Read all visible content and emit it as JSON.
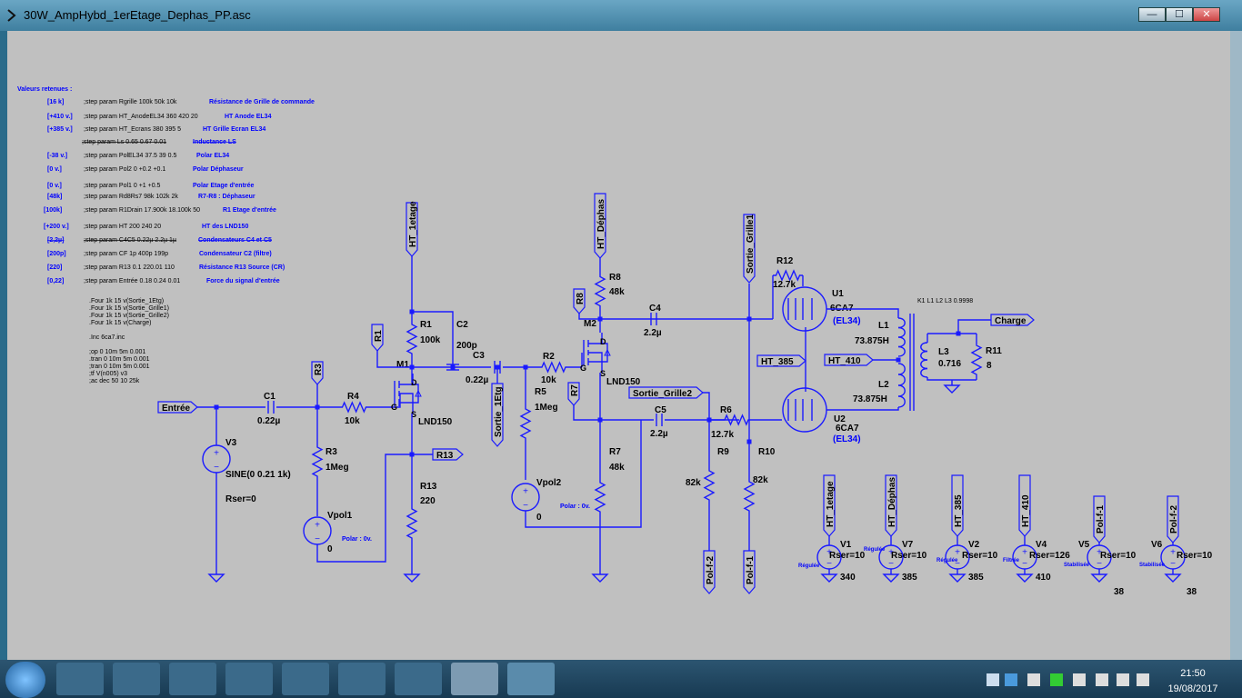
{
  "window": {
    "title": "30W_AmpHybd_1erEtage_Dephas_PP.asc",
    "buttons": {
      "minimize": "—",
      "maximize": "☐",
      "close": "✕"
    }
  },
  "header": "Valeurs retenues :",
  "params": [
    {
      "val": "[16 k]",
      "cmd": ";step param Rgrille 100k 50k 10k",
      "desc": "Résistance de Grille de commande",
      "struck": false
    },
    {
      "val": "[+410 v.]",
      "cmd": ";step param HT_AnodeEL34 360 420 20",
      "desc": "HT Anode EL34",
      "struck": false
    },
    {
      "val": "[+385 v.]",
      "cmd": ";step param HT_Ecrans 380 395 5",
      "desc": "HT Grille Ecran EL34",
      "struck": false
    },
    {
      "val": "",
      "cmd": ";step param Ls 0.65 0.67 0.01",
      "desc": "Inductance LS",
      "struck": true
    },
    {
      "val": "[-38 v.]",
      "cmd": ";step param PolEL34 37.5 39 0.5",
      "desc": "Polar EL34",
      "struck": false
    },
    {
      "val": "[0 v.]",
      "cmd": ";step param Pol2 0 +0.2 +0.1",
      "desc": "Polar Déphaseur",
      "struck": false
    },
    {
      "val": "[0 v.]",
      "cmd": ";step param Pol1 0 +1 +0.5",
      "desc": "Polar Etage d'entrée",
      "struck": false
    },
    {
      "val": "[48k]",
      "cmd": ";step param Rd8Rs7 98k 102k 2k",
      "desc": "R7-R8 : Déphaseur",
      "struck": false
    },
    {
      "val": "[100k]",
      "cmd": ";step param R1Drain 17.900k 18.100k 50",
      "desc": "R1 Etage d'entrée",
      "struck": false
    },
    {
      "val": "[+200 v.]",
      "cmd": ";step param HT 200 240 20",
      "desc": "HT des LND150",
      "struck": false
    },
    {
      "val": "[2,2µ]",
      "cmd": ";step param C4C5 0.22µ 2.2µ 1µ",
      "desc": "Condensateurs C4 et C5",
      "struck": true
    },
    {
      "val": "[200p]",
      "cmd": ";step param CF 1p 400p 199p",
      "desc": "Condensateur C2 (filtre)",
      "struck": false
    },
    {
      "val": "[220]",
      "cmd": ";step param R13 0.1 220.01 110",
      "desc": "Résistance R13 Source (CR)",
      "struck": false
    },
    {
      "val": "[0,22]",
      "cmd": ";step param Entrée 0.18 0.24 0.01",
      "desc": "Force du signal d'entrée",
      "struck": false
    }
  ],
  "directives": [
    ".Four 1k 15 v(Sortie_1Etg)",
    ".Four 1k 15 v(Sortie_Grille1)",
    ".Four 1k 15 v(Sortie_Grille2)",
    ".Four 1k 15 v(Charge)",
    "",
    ".Inc 6ca7.inc",
    "",
    ";op 0 10m 5m 0.001",
    ".tran 0 10m 5m 0.001",
    ";tran 0 10m 5m 0.001",
    ";tf V(n005) v3",
    ";ac dec 50 10 25k"
  ],
  "labels": {
    "HT_1etage": "HT_1etage",
    "HT_Dephas": "HT_Déphas",
    "Sortie_Grille1": "Sortie_Grille1",
    "Sortie_Grille2": "Sortie_Grille2",
    "Sortie_1Etg": "Sortie_1Etg",
    "Entree": "Entrée",
    "R13": "R13",
    "R1": "R1",
    "R3": "R3",
    "R8": "R8",
    "R7": "R7",
    "Charge": "Charge",
    "HT_385": "HT_385",
    "HT_410": "HT_410",
    "Pol_f_2": "Pol-f-2",
    "Pol_f_1": "Pol-f-1"
  },
  "components": {
    "C1": {
      "name": "C1",
      "value": "0.22µ"
    },
    "R4": {
      "name": "R4",
      "value": "10k"
    },
    "R3": {
      "name": "R3",
      "value": "1Meg"
    },
    "V3": {
      "name": "V3",
      "value": "SINE(0 0.21 1k)",
      "extra": "Rser=0"
    },
    "Vpol1": {
      "name": "Vpol1",
      "value": "0",
      "note": "Polar : 0v."
    },
    "M1": {
      "name": "M1",
      "model": "LND150"
    },
    "R1": {
      "name": "R1",
      "value": "100k"
    },
    "C2": {
      "name": "C2",
      "value": "200p"
    },
    "R13": {
      "name": "R13",
      "value": "220"
    },
    "C3": {
      "name": "C3",
      "value": "0.22µ"
    },
    "R2": {
      "name": "R2",
      "value": "10k"
    },
    "R5": {
      "name": "R5",
      "value": "1Meg"
    },
    "Vpol2": {
      "name": "Vpol2",
      "value": "0",
      "note": "Polar : 0v."
    },
    "M2": {
      "name": "M2",
      "model": "LND150"
    },
    "R8": {
      "name": "R8",
      "value": "48k"
    },
    "R7": {
      "name": "R7",
      "value": "48k"
    },
    "C4": {
      "name": "C4",
      "value": "2.2µ"
    },
    "C5": {
      "name": "C5",
      "value": "2.2µ"
    },
    "R6": {
      "name": "R6",
      "value": "12.7k"
    },
    "R9": {
      "name": "R9",
      "value": "82k"
    },
    "R10": {
      "name": "R10",
      "value": "82k"
    },
    "R12": {
      "name": "R12",
      "value": "12.7k"
    },
    "U1": {
      "name": "U1",
      "model": "6CA7",
      "alt": "(EL34)"
    },
    "U2": {
      "name": "U2",
      "model": "6CA7",
      "alt": "(EL34)"
    },
    "L1": {
      "name": "L1",
      "value": "73.875H"
    },
    "L2": {
      "name": "L2",
      "value": "73.875H"
    },
    "L3": {
      "name": "L3",
      "value": "0.716"
    },
    "R11": {
      "name": "R11",
      "value": "8"
    },
    "K1": "K1 L1 L2 L3 0.9998"
  },
  "sources": [
    {
      "node": "HT_1etage",
      "name": "V1",
      "rser": "Rser=10",
      "value": "340",
      "note": "Régulée"
    },
    {
      "node": "HT_Déphas",
      "name": "V7",
      "rser": "Rser=10",
      "value": "385",
      "note": "Régulée"
    },
    {
      "node": "HT_385",
      "name": "V2",
      "rser": "Rser=10",
      "value": "385",
      "note": "Régulée"
    },
    {
      "node": "HT_410",
      "name": "V4",
      "rser": "Rser=126",
      "value": "410",
      "note": "Filtrée"
    },
    {
      "node": "Pol-f-1",
      "name": "V5",
      "rser": "Rser=10",
      "value": "38",
      "note": "Stabilisée"
    },
    {
      "node": "Pol-f-2",
      "name": "V6",
      "rser": "Rser=10",
      "value": "38",
      "note": "Stabilisée"
    }
  ],
  "taskbar": {
    "time": "21:50",
    "date": "19/08/2017"
  },
  "colors": {
    "wire": "#1a1aff",
    "label": "#000000",
    "canvas": "#c0c0c0",
    "blue_text": "#0000ff"
  }
}
